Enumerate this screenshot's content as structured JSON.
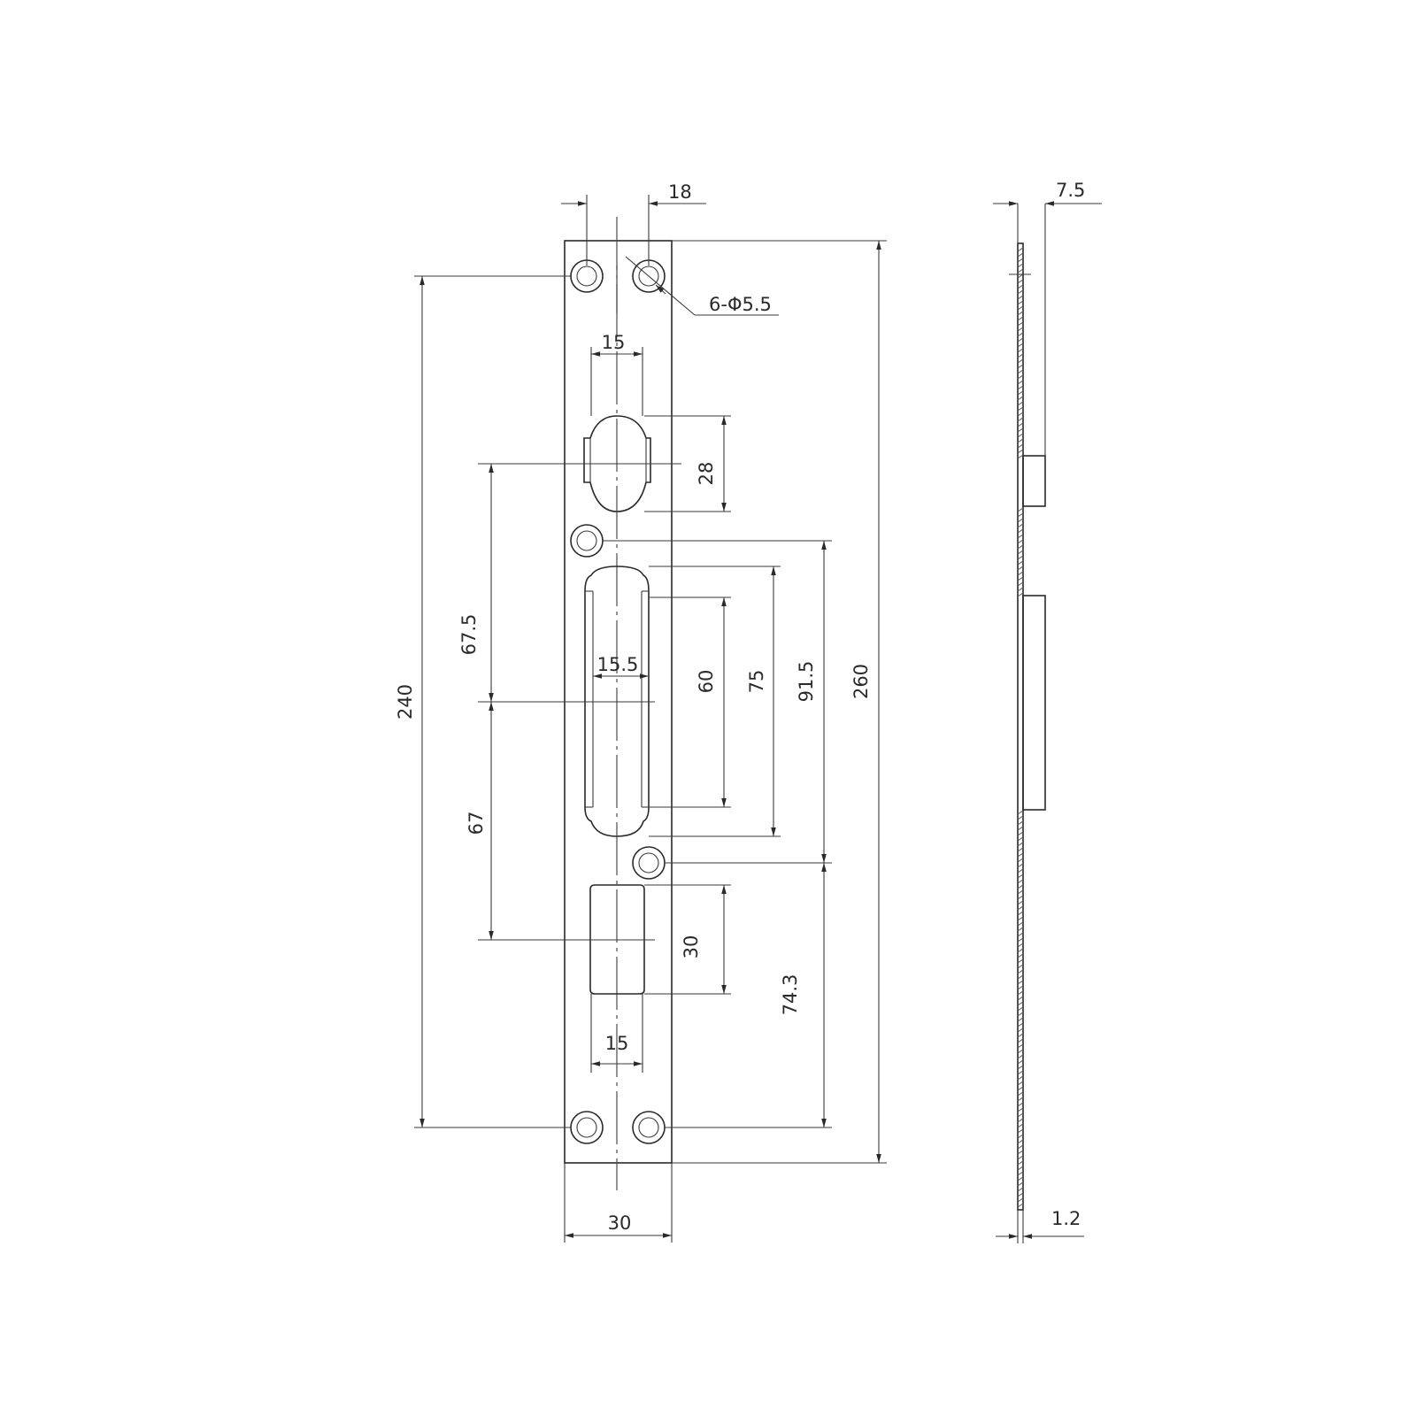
{
  "front_view": {
    "hole_note": "6-Φ5.5",
    "dims": {
      "hole_spacing_top": "18",
      "slot_top_width": "15",
      "slot_top_height": "28",
      "center_offset_upper": "67.5",
      "center_offset_lower": "67",
      "slot_mid_width": "15.5",
      "slot_mid_inner_height": "60",
      "slot_mid_outer_height": "75",
      "span_upper": "91.5",
      "overall_length": "260",
      "hole_span": "240",
      "slot_low_height": "30",
      "span_lower": "74.3",
      "slot_low_width": "15",
      "plate_width": "30"
    }
  },
  "side_view": {
    "dims": {
      "depth": "7.5",
      "thickness": "1.2"
    }
  }
}
